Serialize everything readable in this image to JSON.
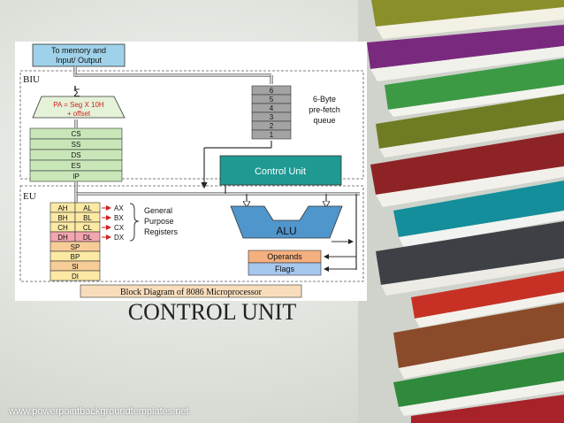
{
  "slide": {
    "title": "CONTROL UNIT",
    "footer": "www.powerpointbackgroundtemplates.net"
  },
  "diagram": {
    "memory_box": [
      "To memory and",
      "Input/ Output"
    ],
    "biu_label": "BIU",
    "eu_label": "EU",
    "sigma": "Σ",
    "adder_text": [
      "PA = Seg X 10H",
      "+ offset"
    ],
    "segment_registers": [
      "CS",
      "SS",
      "DS",
      "ES",
      "IP"
    ],
    "queue_cells": [
      "6",
      "5",
      "4",
      "3",
      "2",
      "1"
    ],
    "queue_label": [
      "6-Byte",
      "pre-fetch",
      "queue"
    ],
    "control_unit": "Control Unit",
    "gp_registers": [
      {
        "high": "AH",
        "low": "AL",
        "pair": "AX"
      },
      {
        "high": "BH",
        "low": "BL",
        "pair": "BX"
      },
      {
        "high": "CH",
        "low": "CL",
        "pair": "CX"
      },
      {
        "high": "DH",
        "low": "DL",
        "pair": "DX"
      }
    ],
    "gp_label": [
      "General",
      "Purpose",
      "Registers"
    ],
    "pointer_registers": [
      "SP",
      "BP",
      "SI",
      "DI"
    ],
    "alu": "ALU",
    "operands": "Operands",
    "flags": "Flags",
    "caption": "Block Diagram of 8086 Microprocessor"
  },
  "colors": {
    "segment_green": "#c9e6b8",
    "queue_gray": "#a3a3a3",
    "control_teal": "#1e9a93",
    "alu_blue": "#4f96cc",
    "memory_blue": "#9fd2ea",
    "operands_orange": "#f5b07f",
    "flags_blue": "#a6c7ee",
    "reg_yellow": "#fbe9a4",
    "reg_pink": "#f3a5b0",
    "reg_orange": "#f6cc97",
    "caption_tan": "#f8ddbc"
  }
}
